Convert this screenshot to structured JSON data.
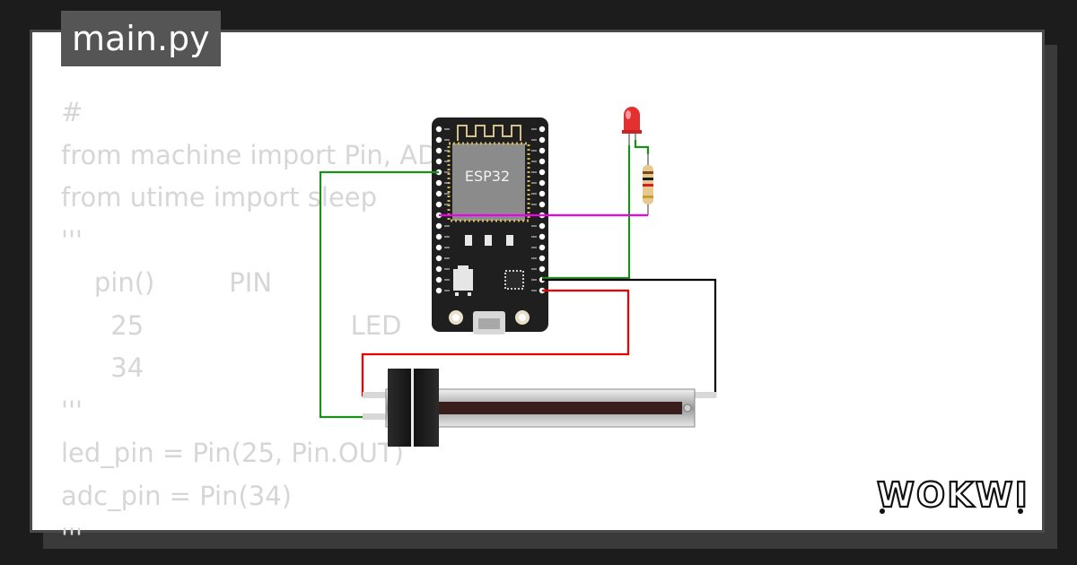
{
  "tab": {
    "title": "main.py"
  },
  "code": {
    "lines": [
      "#",
      "from machine import Pin, ADC, PWM",
      "from utime import sleep",
      "'''",
      "    pin()         PIN",
      "      25                         LED",
      "      34",
      "'''",
      "led_pin = Pin(25, Pin.OUT)",
      "adc_pin = Pin(34)",
      "'''"
    ]
  },
  "board": {
    "label": "ESP32"
  },
  "brand": {
    "name": "WOKWI"
  },
  "colors": {
    "wire_green": "#1a8f1a",
    "wire_magenta": "#ee00ee",
    "wire_red": "#ee0000",
    "wire_black": "#000000",
    "led_red": "#e53030"
  },
  "icons": {
    "led": "red-led-icon",
    "resistor": "resistor-icon",
    "slider": "slide-potentiometer-icon",
    "board": "esp32-board-icon"
  }
}
